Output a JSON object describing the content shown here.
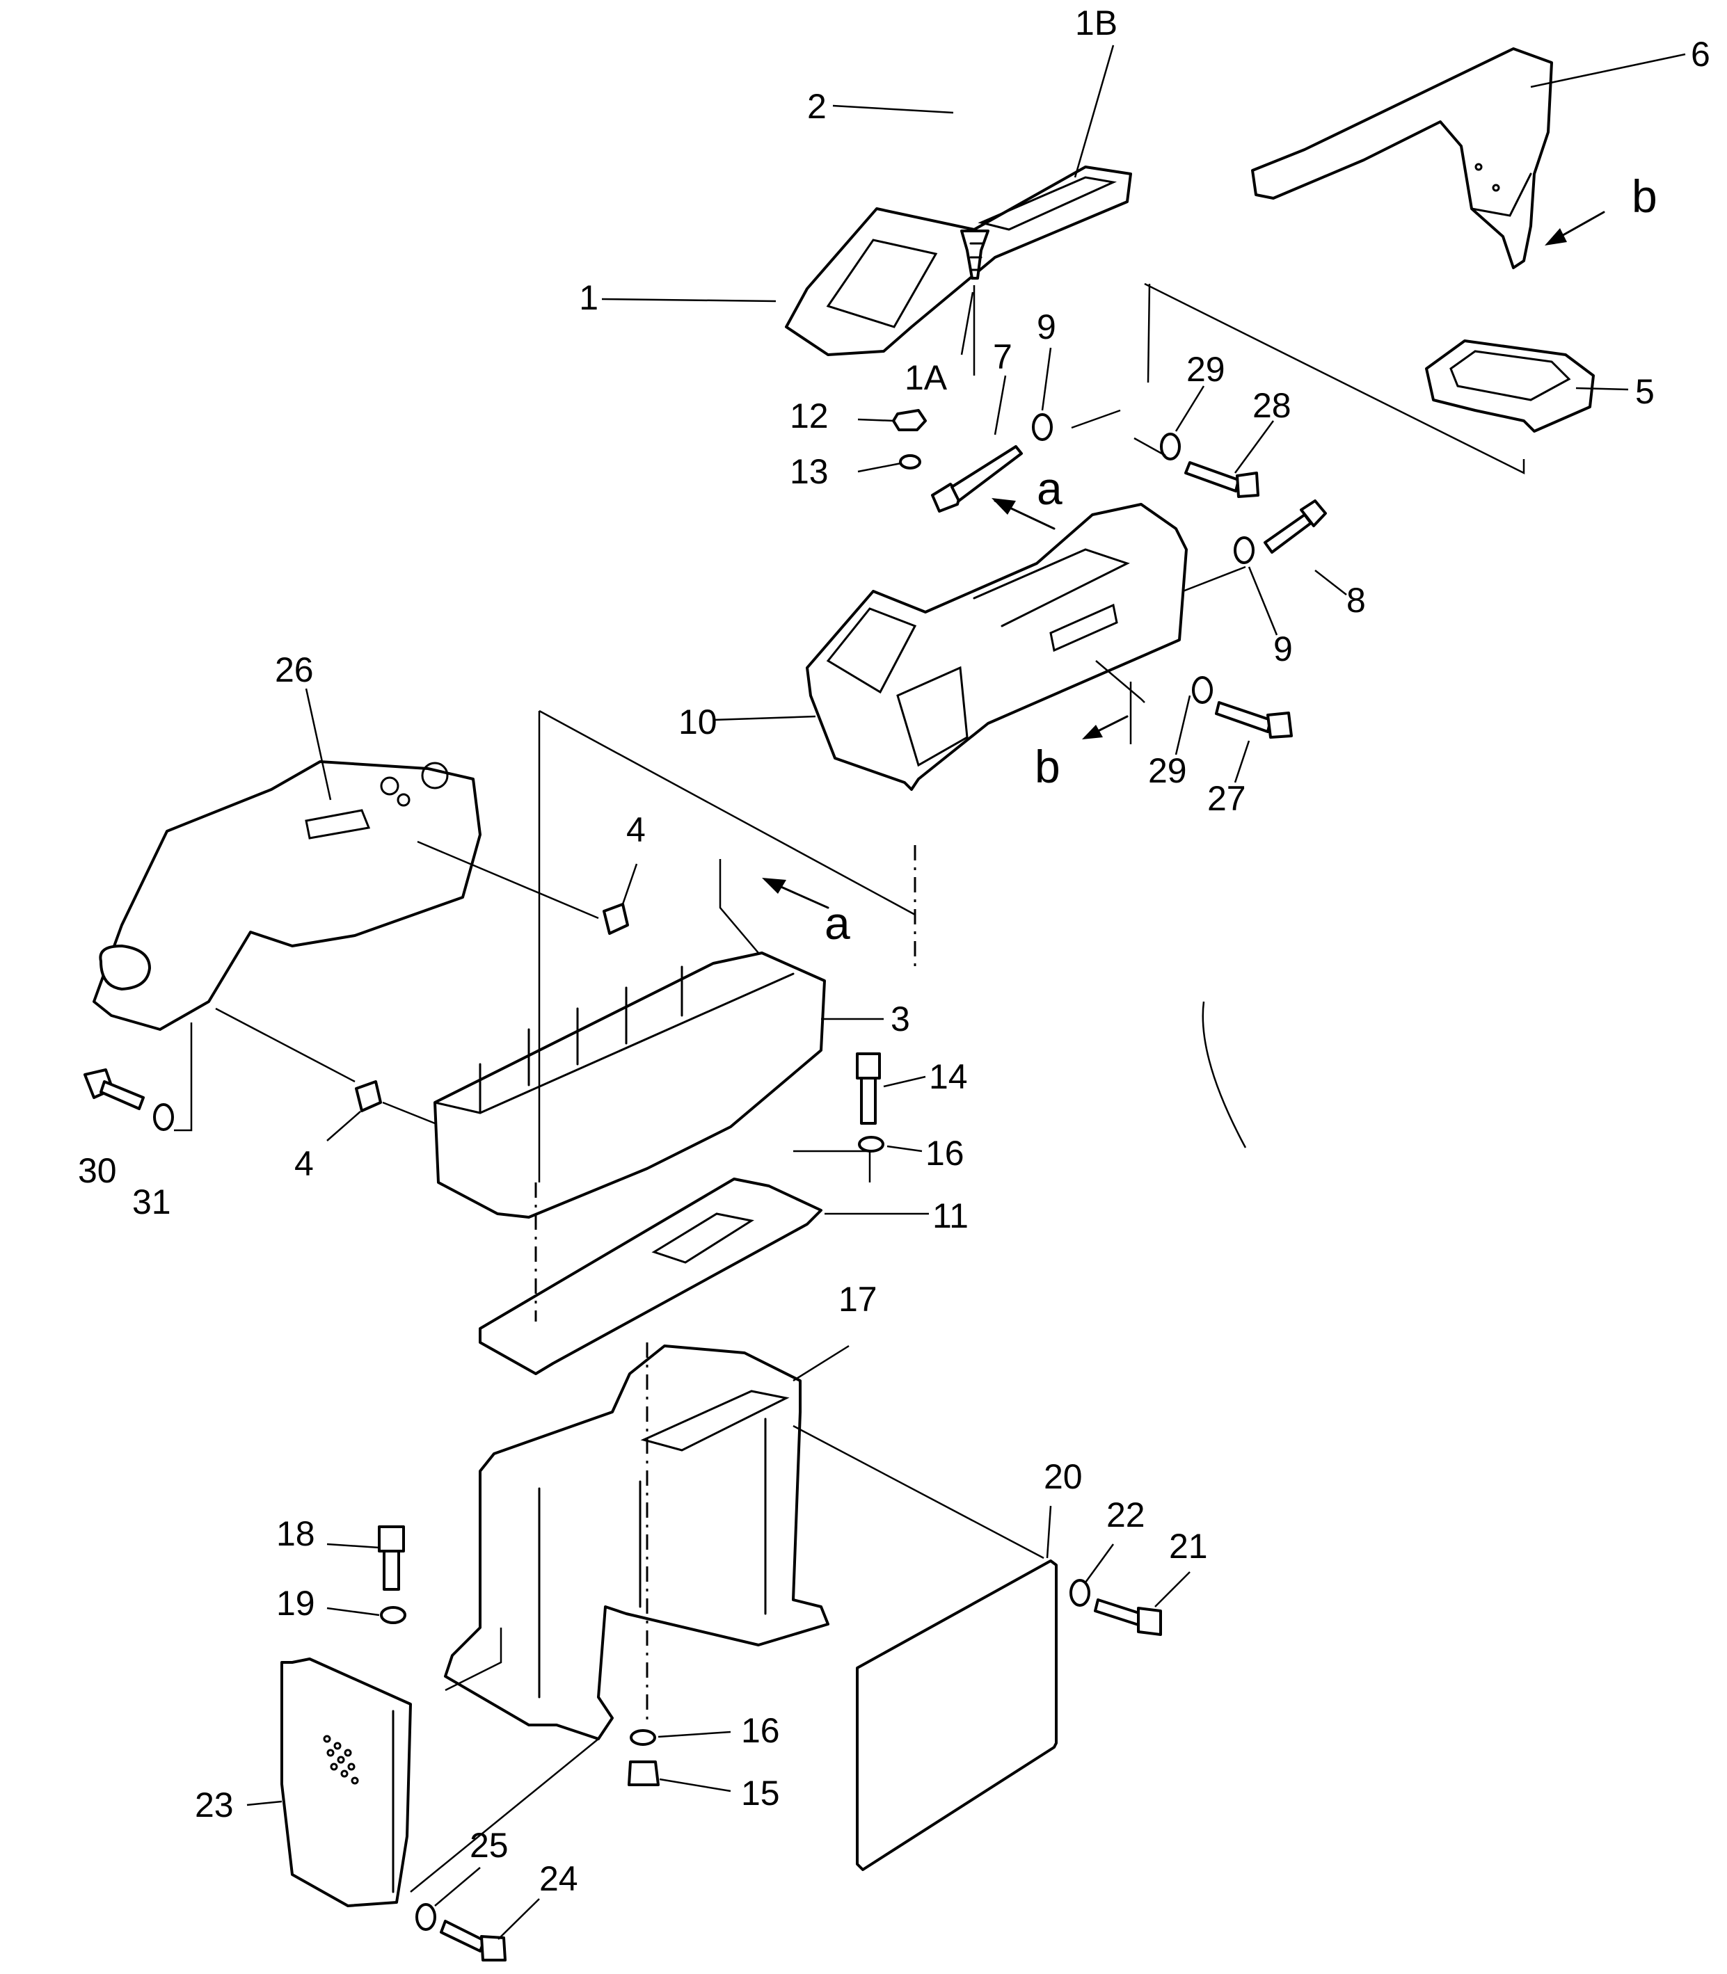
{
  "callouts": {
    "c1": "1",
    "c1A": "1A",
    "c1B": "1B",
    "c2": "2",
    "c3": "3",
    "c4a": "4",
    "c4b": "4",
    "c5": "5",
    "c6": "6",
    "c7": "7",
    "c8": "8",
    "c9a": "9",
    "c9b": "9",
    "c10": "10",
    "c11": "11",
    "c12": "12",
    "c13": "13",
    "c14": "14",
    "c15": "15",
    "c16a": "16",
    "c16b": "16",
    "c17": "17",
    "c18": "18",
    "c19": "19",
    "c20": "20",
    "c21": "21",
    "c22": "22",
    "c23": "23",
    "c24": "24",
    "c25": "25",
    "c26": "26",
    "c27": "27",
    "c28": "28",
    "c29a": "29",
    "c29b": "29",
    "c30": "30",
    "c31": "31"
  },
  "view_markers": {
    "a1": "a",
    "a2": "a",
    "b1": "b",
    "b2": "b"
  }
}
